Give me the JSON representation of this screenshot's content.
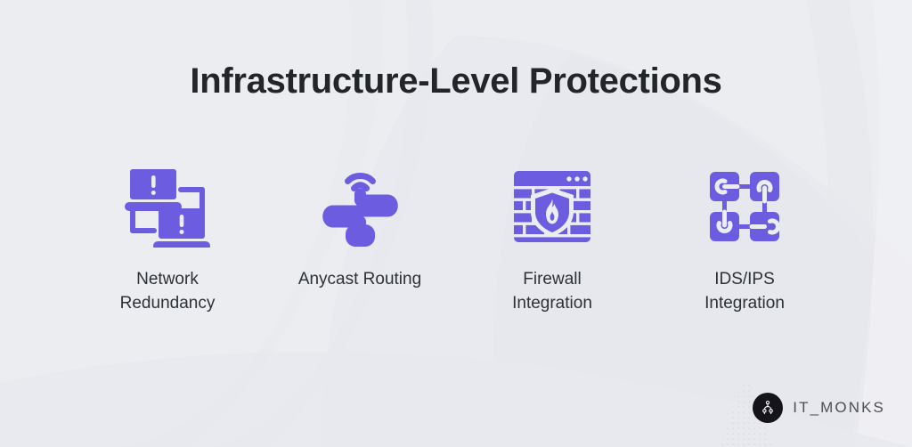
{
  "page": {
    "title": "Infrastructure-Level Protections",
    "background_color": "#ECEDF1",
    "accent_color": "#6C5CE0",
    "title_color": "#232629",
    "label_color": "#2C3137"
  },
  "cards": [
    {
      "icon": "network-redundancy-icon",
      "label": "Network\nRedundancy"
    },
    {
      "icon": "anycast-routing-icon",
      "label": "Anycast Routing"
    },
    {
      "icon": "firewall-integration-icon",
      "label": "Firewall\nIntegration"
    },
    {
      "icon": "ids-ips-integration-icon",
      "label": "IDS/IPS\nIntegration"
    }
  ],
  "logo": {
    "mark": "it-monks-monk-icon",
    "text": "IT_MONKS",
    "mark_color": "#15141A",
    "text_color": "#4C5055"
  }
}
